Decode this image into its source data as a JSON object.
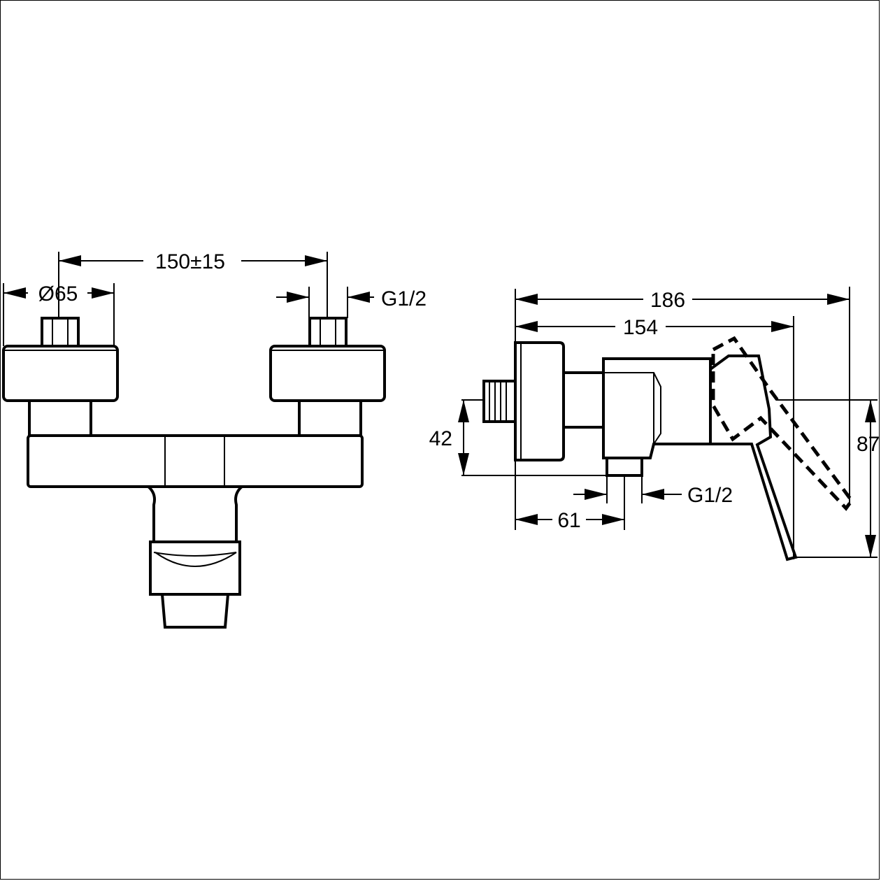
{
  "dimensions": {
    "front_spacing": "150±15",
    "front_diameter": "Ø65",
    "front_connection": "G1/2",
    "side_total_depth": "186",
    "side_body_depth": "154",
    "side_inlet_height": "42",
    "side_total_height": "87",
    "side_outlet_connection": "G1/2",
    "side_outlet_offset": "61"
  },
  "colors": {
    "line": "#000000",
    "background": "#ffffff"
  }
}
